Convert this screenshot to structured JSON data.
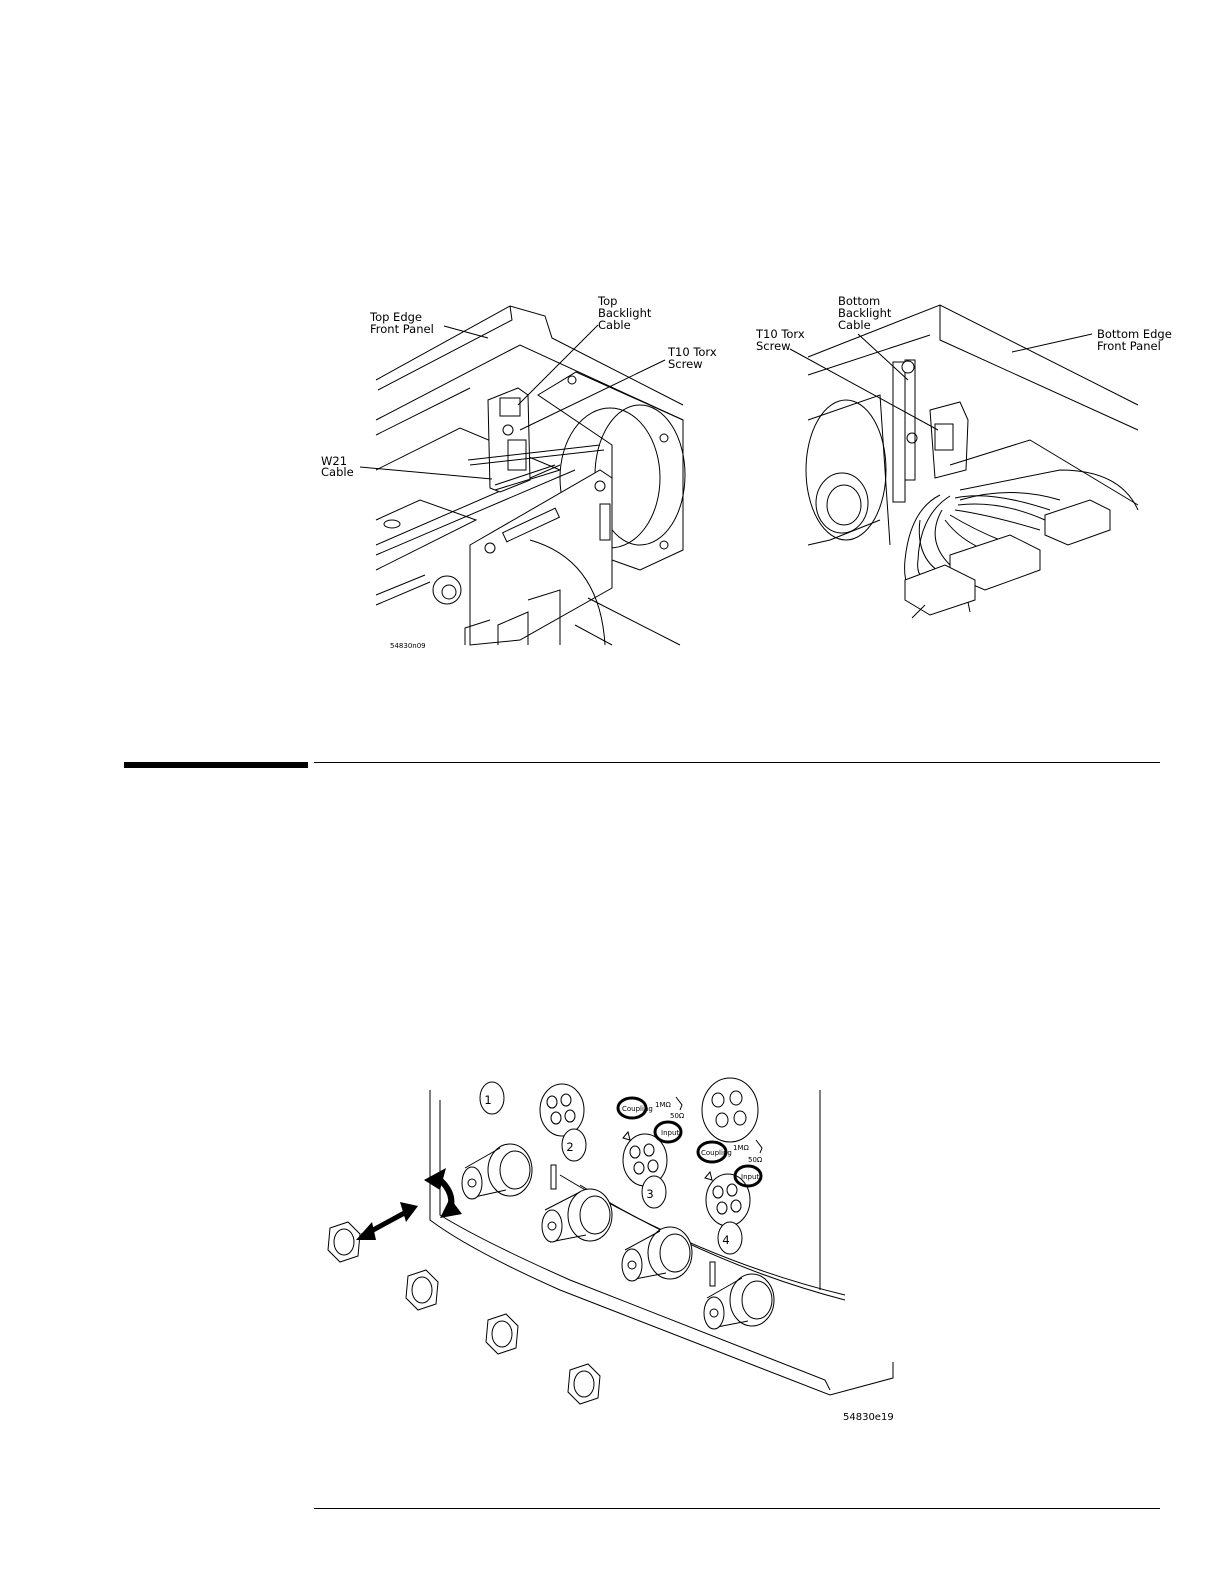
{
  "figure_top": {
    "left_panel": {
      "labels": {
        "top_edge_front_panel": [
          "Top Edge",
          "Front Panel"
        ],
        "top_backlight_cable": [
          "Top",
          "Backlight",
          "Cable"
        ],
        "t10_torx_screw": [
          "T10 Torx",
          "Screw"
        ],
        "w21_cable": [
          "W21",
          "Cable"
        ]
      },
      "figure_id": "54830n09"
    },
    "right_panel": {
      "labels": {
        "bottom_backlight_cable": [
          "Bottom",
          "Backlight",
          "Cable"
        ],
        "t10_torx_screw": [
          "T10 Torx",
          "Screw"
        ],
        "bottom_edge_front_panel": [
          "Bottom Edge",
          "Front Panel"
        ]
      }
    }
  },
  "figure_bottom": {
    "channel_numbers": [
      "1",
      "2",
      "3",
      "4"
    ],
    "button_labels": {
      "coupling": "Coupling",
      "input": "Input",
      "impedance_1m": "1MΩ",
      "impedance_50": "50Ω"
    },
    "figure_id": "54830e19"
  }
}
